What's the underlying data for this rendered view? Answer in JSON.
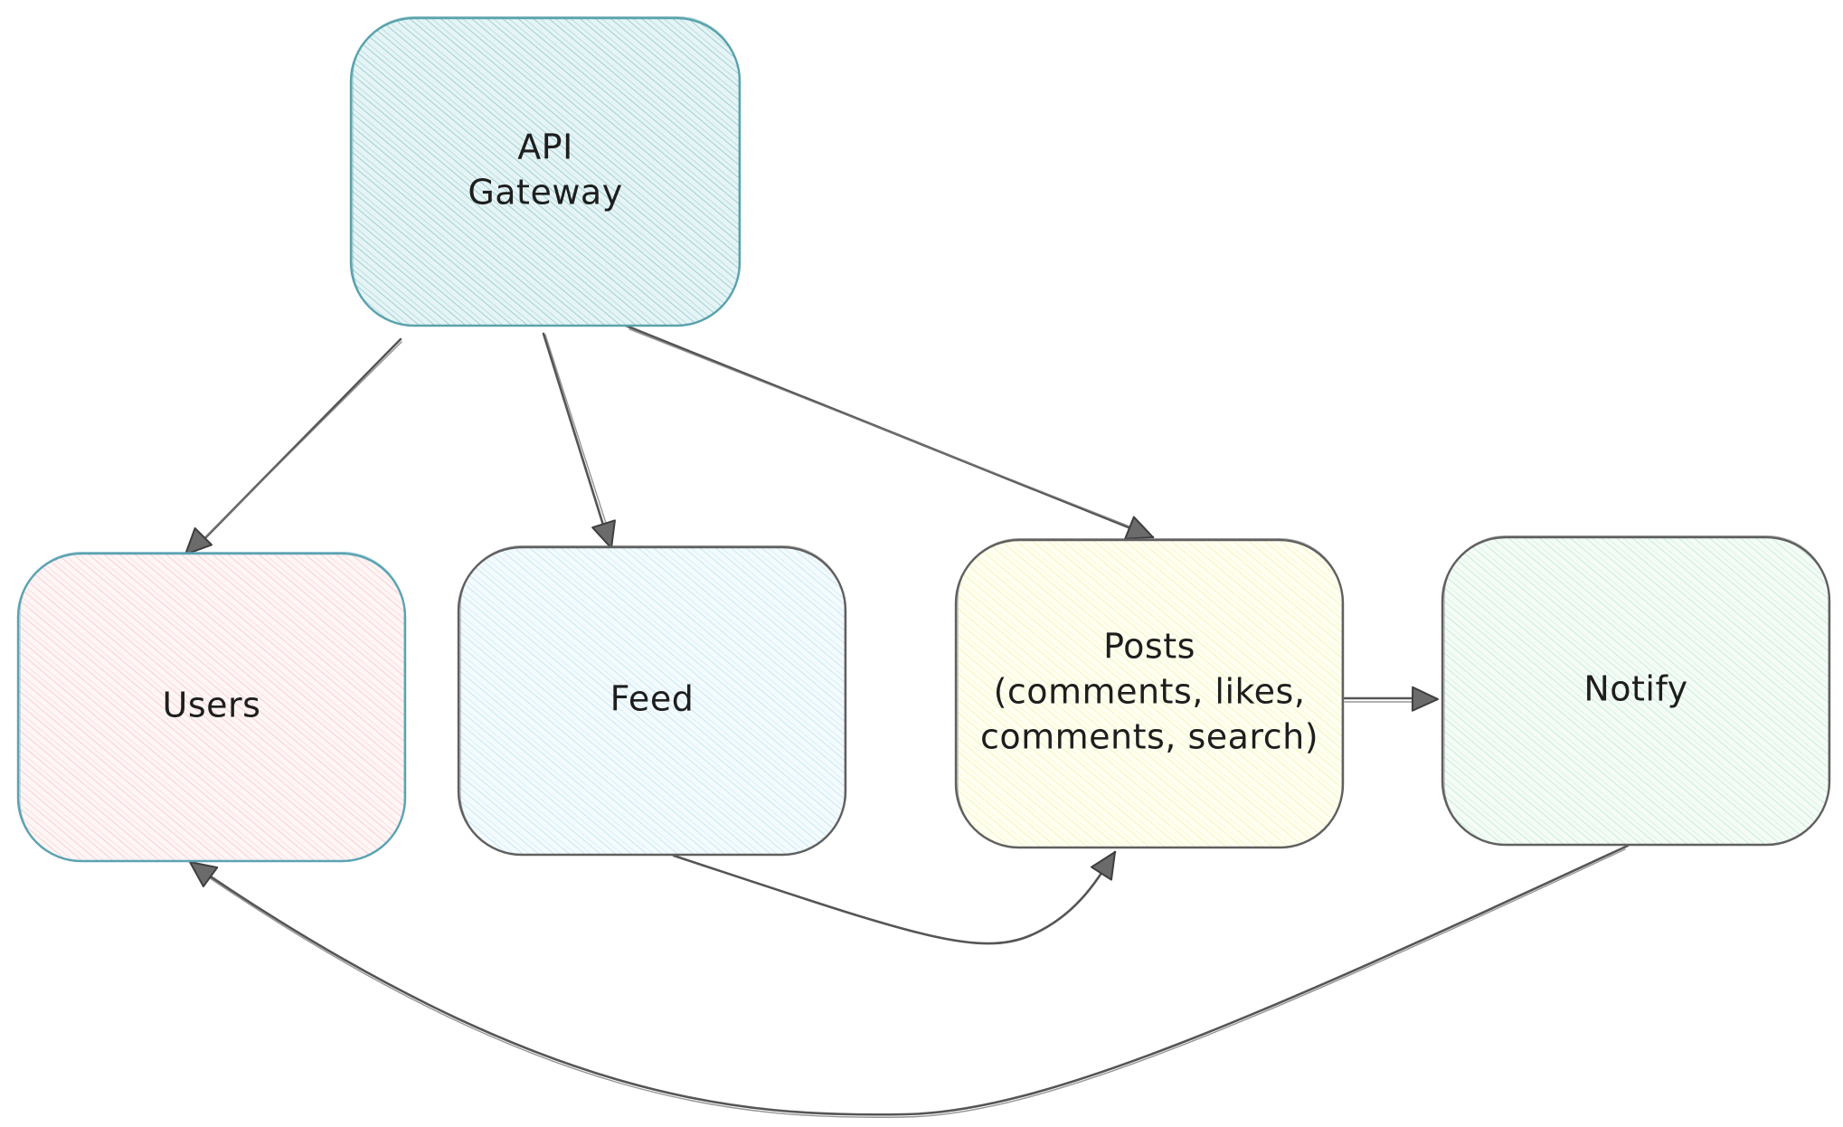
{
  "nodes": {
    "gateway": {
      "label_lines": [
        "API",
        "Gateway"
      ],
      "stroke": "#5aa3ad",
      "hatch": "#6fb7bf",
      "fill": "#e6f4f5"
    },
    "users": {
      "label_lines": [
        "Users"
      ],
      "stroke": "#5ba3b3",
      "hatch": "#f5b3b8",
      "fill": "#fff6f6"
    },
    "feed": {
      "label_lines": [
        "Feed"
      ],
      "stroke": "#606060",
      "hatch": "#a9d8ef",
      "fill": "#f4fbfe"
    },
    "posts": {
      "label_lines": [
        "Posts",
        "(comments, likes,",
        "comments, search)"
      ],
      "stroke": "#606060",
      "hatch": "#eeeb9a",
      "fill": "#fffff2"
    },
    "notify": {
      "label_lines": [
        "Notify"
      ],
      "stroke": "#606060",
      "hatch": "#a9e2c0",
      "fill": "#f5fcf7"
    }
  },
  "edges": [
    {
      "from": "gateway",
      "to": "users"
    },
    {
      "from": "gateway",
      "to": "feed"
    },
    {
      "from": "gateway",
      "to": "posts"
    },
    {
      "from": "posts",
      "to": "notify"
    },
    {
      "from": "feed",
      "to": "posts"
    },
    {
      "from": "notify",
      "to": "users"
    }
  ],
  "edge_color": "#555555"
}
